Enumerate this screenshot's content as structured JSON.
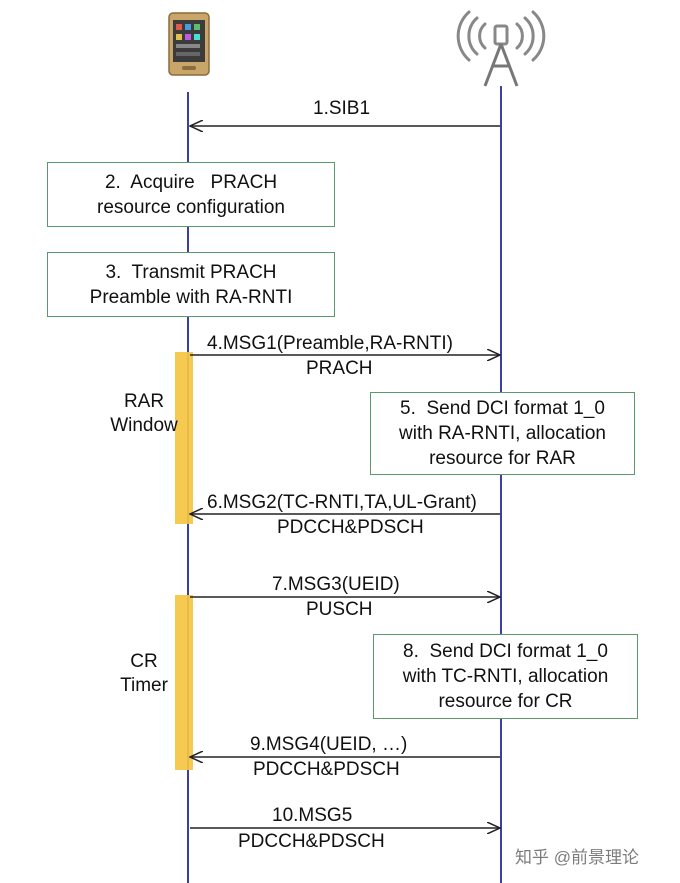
{
  "diagram": {
    "messages": [
      {
        "id": "m1",
        "label": "1.SIB1",
        "sublabel": ""
      },
      {
        "id": "m4",
        "label": "4.MSG1(Preamble,RA-RNTI)",
        "sublabel": "PRACH"
      },
      {
        "id": "m6",
        "label": "6.MSG2(TC-RNTI,TA,UL-Grant)",
        "sublabel": "PDCCH&PDSCH"
      },
      {
        "id": "m7",
        "label": "7.MSG3(UEID)",
        "sublabel": "PUSCH"
      },
      {
        "id": "m9",
        "label": "9.MSG4(UEID, …)",
        "sublabel": "PDCCH&PDSCH"
      },
      {
        "id": "m10",
        "label": "10.MSG5",
        "sublabel": "PDCCH&PDSCH"
      }
    ],
    "boxes": {
      "box2": {
        "line1": "2.  Acquire   PRACH",
        "line2": "resource configuration",
        "line3": ""
      },
      "box3": {
        "line1": "3.  Transmit PRACH",
        "line2": "Preamble with RA-RNTI",
        "line3": ""
      },
      "box5": {
        "line1": "5.  Send DCI format 1_0",
        "line2": "with RA-RNTI, allocation",
        "line3": "resource for RAR"
      },
      "box8": {
        "line1": "8.  Send DCI format 1_0",
        "line2": "with TC-RNTI, allocation",
        "line3": "resource for CR"
      }
    },
    "timers": {
      "rar": {
        "line1": "RAR",
        "line2": "Window"
      },
      "cr": {
        "line1": "CR",
        "line2": "Timer"
      }
    },
    "watermark": "知乎 @前景理论",
    "colors": {
      "lifeline": "#3a3fa0",
      "timer": "#f5c542",
      "box_border": "#5a9a6a"
    },
    "icons": {
      "ue": "phone-icon",
      "bs": "cell-tower-icon"
    }
  }
}
